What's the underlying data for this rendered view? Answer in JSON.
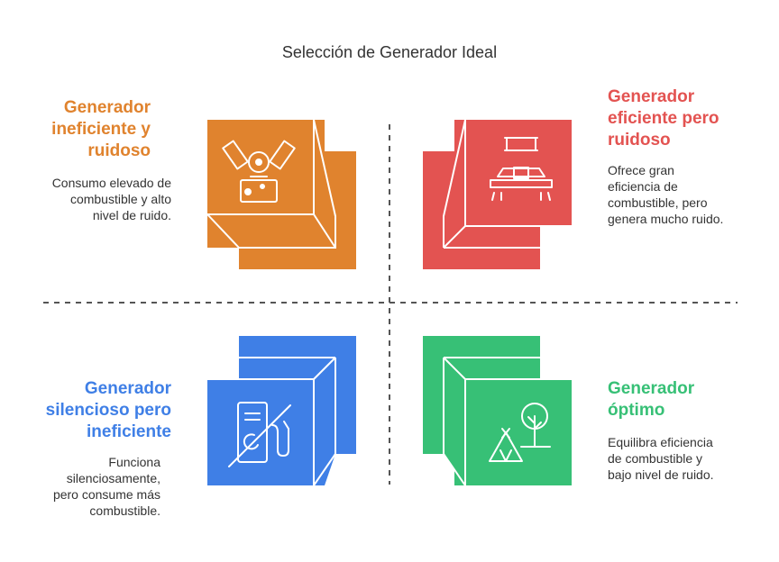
{
  "title": "Selección de Generador Ideal",
  "colors": {
    "orange": "#E0832E",
    "red": "#E35351",
    "blue": "#3F7FE6",
    "green": "#37C076",
    "divider": "#555555"
  },
  "quadrants": {
    "top_left": {
      "heading": [
        "Generador",
        "ineficiente y",
        "ruidoso"
      ],
      "description": [
        "Consumo elevado de",
        "combustible y alto",
        "nivel de ruido."
      ],
      "icon": "engine-icon"
    },
    "top_right": {
      "heading": [
        "Generador",
        "eficiente pero",
        "ruidoso"
      ],
      "description": [
        "Ofrece gran",
        "eficiencia de",
        "combustible, pero",
        "genera mucho ruido."
      ],
      "icon": "noisy-machine-icon"
    },
    "bottom_left": {
      "heading": [
        "Generador",
        "silencioso pero",
        "ineficiente"
      ],
      "description": [
        "Funciona",
        "silenciosamente,",
        "pero consume más",
        "combustible."
      ],
      "icon": "no-fuel-pump-icon"
    },
    "bottom_right": {
      "heading": [
        "Generador",
        "óptimo"
      ],
      "description": [
        "Equilibra eficiencia",
        "de combustible y",
        "bajo nivel de ruido."
      ],
      "icon": "camping-tree-icon"
    }
  }
}
